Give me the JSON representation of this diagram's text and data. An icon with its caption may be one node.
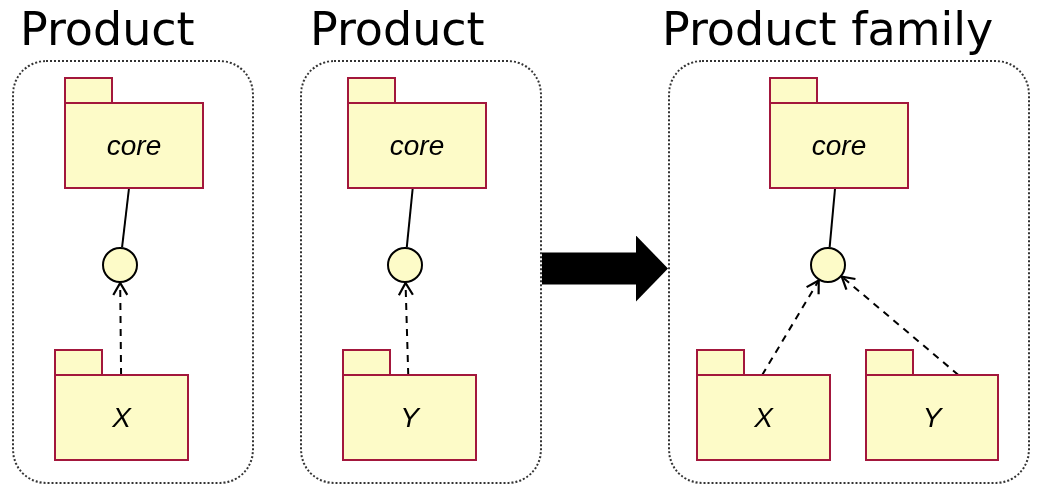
{
  "diagram": {
    "nodes": [
      {
        "text": [
          "Product"
        ]
      },
      {
        "text": [
          "core"
        ],
        "in": 0
      },
      {
        "text": [],
        "shape": "circle",
        "in": 0
      },
      {
        "text": [
          "X"
        ],
        "in": 0
      },
      {
        "text": [
          "Product"
        ]
      },
      {
        "text": [
          "core"
        ],
        "in": 4
      },
      {
        "text": [],
        "shape": "circle",
        "in": 4
      },
      {
        "text": [
          "Y"
        ],
        "in": 4
      },
      {
        "text": [
          "Product family"
        ]
      },
      {
        "text": [
          "core"
        ],
        "in": 8
      },
      {
        "text": [],
        "shape": "circle",
        "in": 8
      },
      {
        "text": [
          "X"
        ],
        "in": 8
      },
      {
        "text": [
          "Y"
        ],
        "in": 8
      }
    ],
    "edges": [
      {
        "from": 1,
        "to": 2,
        "arrow": "none"
      },
      {
        "from": 3,
        "to": 2,
        "arrow": "to",
        "style": "dashed"
      },
      {
        "from": 5,
        "to": 6,
        "arrow": "none"
      },
      {
        "from": 7,
        "to": 6,
        "arrow": "to",
        "style": "dashed"
      },
      {
        "from": 4,
        "to": 8,
        "arrow": "to",
        "style": "thick"
      },
      {
        "from": 9,
        "to": 10,
        "arrow": "none"
      },
      {
        "from": 11,
        "to": 10,
        "arrow": "to",
        "style": "dashed"
      },
      {
        "from": 12,
        "to": 10,
        "arrow": "to",
        "style": "dashed"
      }
    ]
  }
}
